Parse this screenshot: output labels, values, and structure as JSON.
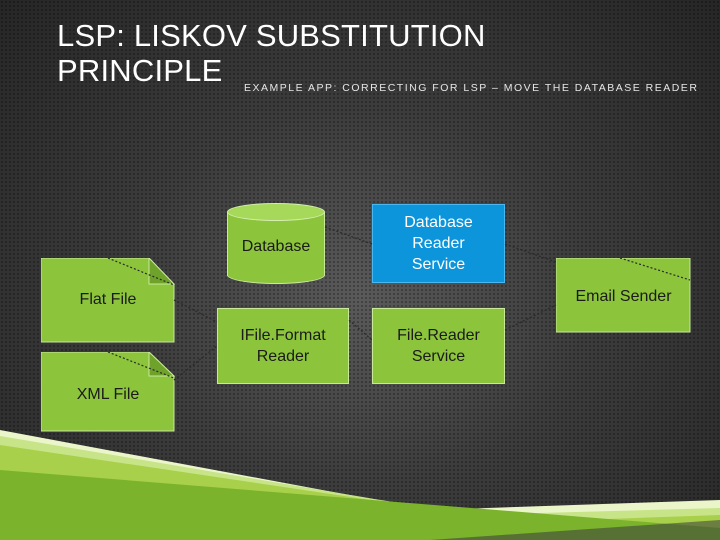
{
  "slide": {
    "title": "LSP: LISKOV SUBSTITUTION\nPRINCIPLE",
    "subtitle": "EXAMPLE APP: CORRECTING FOR LSP – MOVE THE DATABASE READER"
  },
  "diagram": {
    "flat_file": "Flat File",
    "xml_file": "XML File",
    "database": "Database",
    "database_reader_service": "Database\nReader\nService",
    "email_sender": "Email Sender",
    "ifile_format_reader": "IFile.Format\nReader",
    "file_reader_service": "File.Reader\nService"
  },
  "colors": {
    "box_green": "#8cc43c",
    "box_blue": "#0d95dc",
    "accent_stripe": "#a8d04a"
  }
}
